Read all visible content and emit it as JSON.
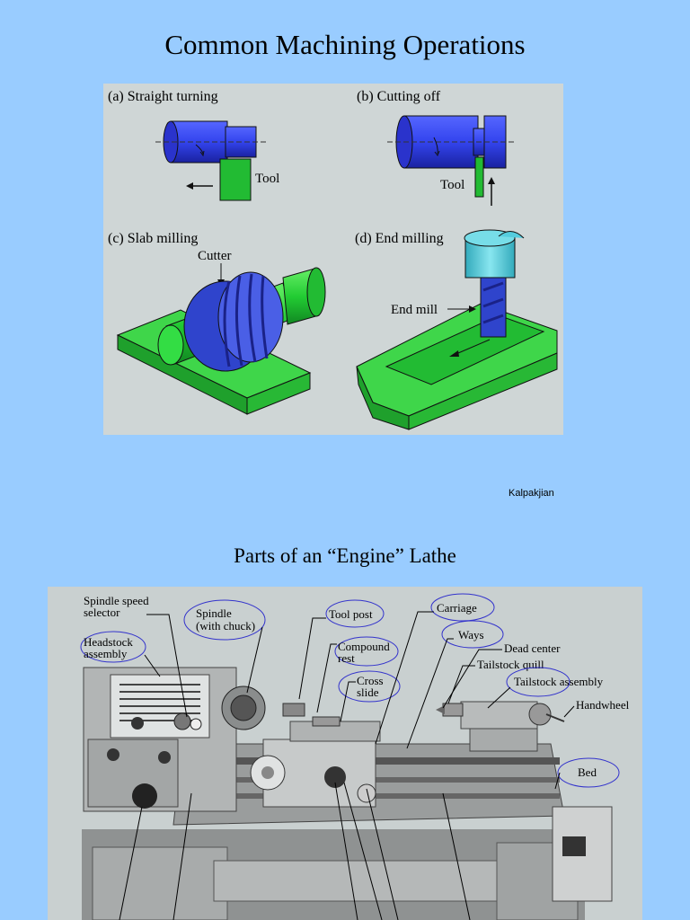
{
  "slide": {
    "title": "Common Machining Operations",
    "credit": "Kalpakjian",
    "subtitle": "Parts of an “Engine” Lathe"
  },
  "operations": {
    "a_label": "(a) Straight turning",
    "a_tool": "Tool",
    "b_label": "(b) Cutting off",
    "b_tool": "Tool",
    "c_label": "(c) Slab milling",
    "c_cutter": "Cutter",
    "d_label": "(d) End milling",
    "d_endmill": "End mill"
  },
  "lathe": {
    "labels": {
      "spindle_speed_1": "Spindle speed",
      "spindle_speed_2": "selector",
      "headstock_1": "Headstock",
      "headstock_2": "assembly",
      "spindle_1": "Spindle",
      "spindle_2": "(with chuck)",
      "tool_post": "Tool post",
      "compound_1": "Compound",
      "compound_2": "rest",
      "cross_1": "Cross",
      "cross_2": "slide",
      "carriage": "Carriage",
      "ways": "Ways",
      "dead_center": "Dead center",
      "tailstock_quill": "Tailstock quill",
      "tailstock_assembly": "Tailstock assembly",
      "handwheel": "Handwheel",
      "bed": "Bed"
    }
  },
  "colors": {
    "background": "#99ccff",
    "panel": "#cfd6d6",
    "workpiece_blue": "#3344ee",
    "tool_green": "#22bb33",
    "endmill_cyan": "#55ccdd",
    "callout_ellipse": "#3333cc"
  }
}
